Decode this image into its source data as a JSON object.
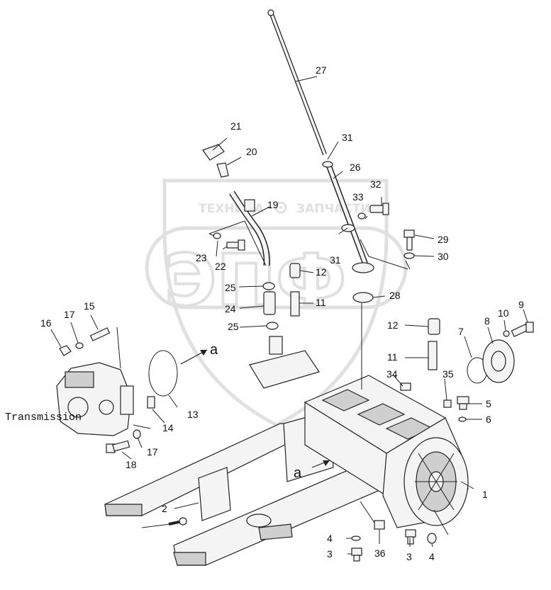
{
  "watermark": {
    "top_text_left": "ТЕХНИКА",
    "top_text_right": "ЗАПЧАСТИ",
    "big_text": "ЭПФ",
    "color": "#c8c8c8",
    "emblem_icon": "gear-icon"
  },
  "labels": {
    "transmission": "Transmission",
    "view_a": "a"
  },
  "callouts": [
    {
      "id": "1",
      "text": "1"
    },
    {
      "id": "2",
      "text": "2"
    },
    {
      "id": "3a",
      "text": "3"
    },
    {
      "id": "3b",
      "text": "3"
    },
    {
      "id": "4a",
      "text": "4"
    },
    {
      "id": "4b",
      "text": "4"
    },
    {
      "id": "5",
      "text": "5"
    },
    {
      "id": "6",
      "text": "6"
    },
    {
      "id": "7",
      "text": "7"
    },
    {
      "id": "8",
      "text": "8"
    },
    {
      "id": "9",
      "text": "9"
    },
    {
      "id": "10",
      "text": "10"
    },
    {
      "id": "11a",
      "text": "11"
    },
    {
      "id": "11b",
      "text": "11"
    },
    {
      "id": "12a",
      "text": "12"
    },
    {
      "id": "12b",
      "text": "12"
    },
    {
      "id": "13",
      "text": "13"
    },
    {
      "id": "14",
      "text": "14"
    },
    {
      "id": "15",
      "text": "15"
    },
    {
      "id": "16",
      "text": "16"
    },
    {
      "id": "17a",
      "text": "17"
    },
    {
      "id": "17b",
      "text": "17"
    },
    {
      "id": "18",
      "text": "18"
    },
    {
      "id": "19",
      "text": "19"
    },
    {
      "id": "20",
      "text": "20"
    },
    {
      "id": "21",
      "text": "21"
    },
    {
      "id": "22",
      "text": "22"
    },
    {
      "id": "23",
      "text": "23"
    },
    {
      "id": "24",
      "text": "24"
    },
    {
      "id": "25a",
      "text": "25"
    },
    {
      "id": "25b",
      "text": "25"
    },
    {
      "id": "26",
      "text": "26"
    },
    {
      "id": "27",
      "text": "27"
    },
    {
      "id": "28",
      "text": "28"
    },
    {
      "id": "29",
      "text": "29"
    },
    {
      "id": "30",
      "text": "30"
    },
    {
      "id": "31a",
      "text": "31"
    },
    {
      "id": "31b",
      "text": "31"
    },
    {
      "id": "32",
      "text": "32"
    },
    {
      "id": "33",
      "text": "33"
    },
    {
      "id": "34",
      "text": "34"
    },
    {
      "id": "35",
      "text": "35"
    },
    {
      "id": "36",
      "text": "36"
    }
  ]
}
